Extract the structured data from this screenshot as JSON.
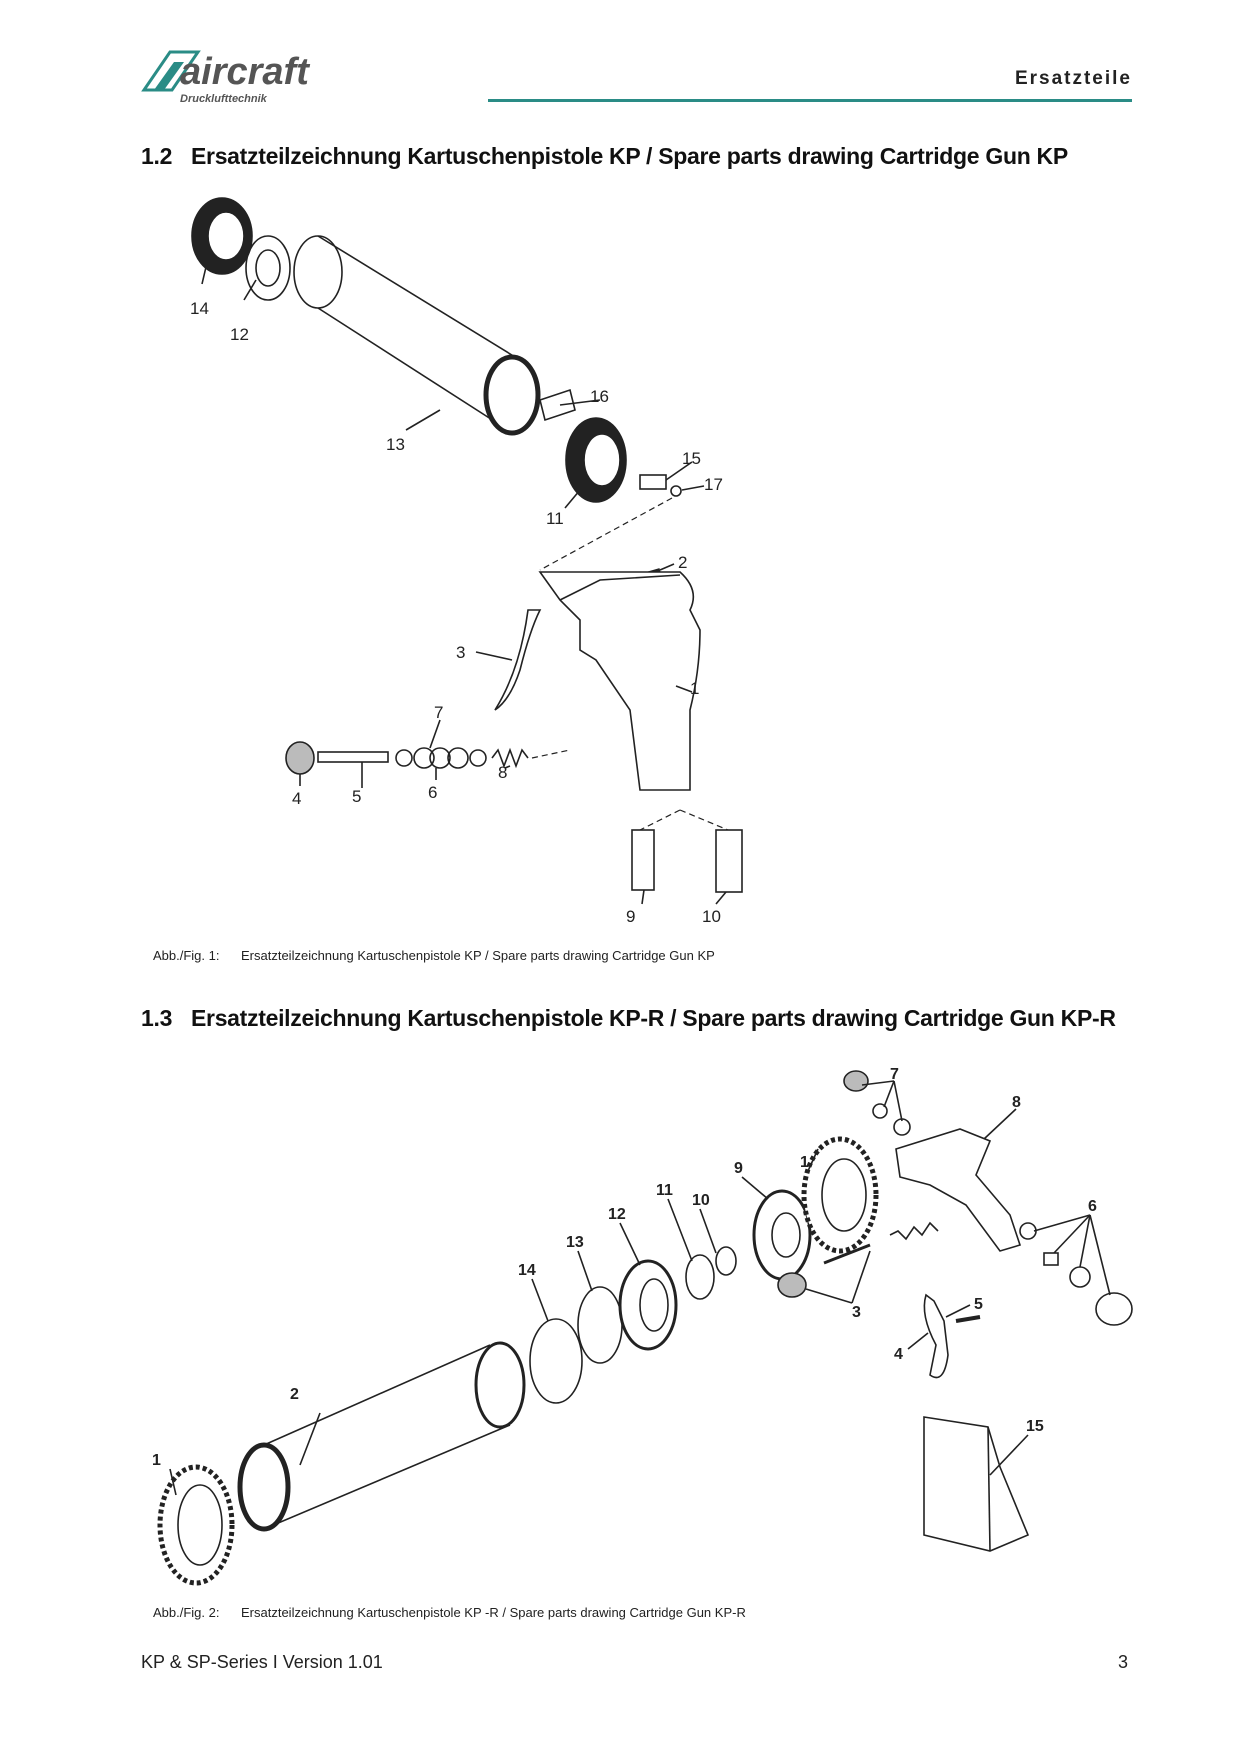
{
  "header": {
    "brand": "aircraft",
    "brand_sub": "Drucklufttechnik",
    "title": "Ersatzteile"
  },
  "colors": {
    "accent": "#2a8c86"
  },
  "sections": [
    {
      "number": "1.2",
      "title": "Ersatzteilzeichnung Kartuschenpistole KP / Spare parts drawing Cartridge Gun KP",
      "caption_label": "Abb./Fig. 1:",
      "caption_text": "Ersatzteilzeichnung Kartuschenpistole KP / Spare parts drawing Cartridge Gun KP",
      "part_labels": [
        "14",
        "12",
        "13",
        "16",
        "15",
        "17",
        "11",
        "2",
        "3",
        "1",
        "7",
        "8",
        "4",
        "5",
        "6",
        "9",
        "10"
      ]
    },
    {
      "number": "1.3",
      "title": "Ersatzteilzeichnung Kartuschenpistole KP-R / Spare parts drawing Cartridge Gun KP-R",
      "caption_label": "Abb./Fig. 2:",
      "caption_text": "Ersatzteilzeichnung Kartuschenpistole KP -R / Spare parts drawing Cartridge Gun KP-R",
      "part_labels": [
        "7",
        "8",
        "1",
        "10",
        "9",
        "11",
        "12",
        "13",
        "14",
        "6",
        "3",
        "5",
        "4",
        "2",
        "1",
        "15"
      ]
    }
  ],
  "footer": {
    "left": "KP & SP-Series I Version 1.01",
    "page": "3"
  }
}
